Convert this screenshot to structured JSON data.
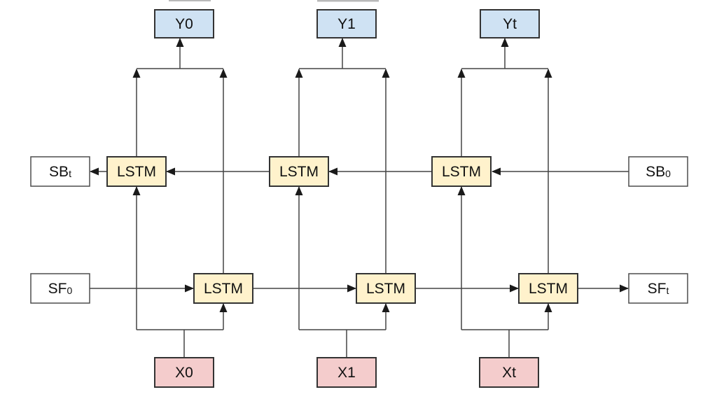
{
  "diagram": {
    "node_label": {
      "lstm": "LSTM"
    },
    "outputs": [
      "Y0",
      "Y1",
      "Yt"
    ],
    "inputs": [
      "X0",
      "X1",
      "Xt"
    ],
    "states": {
      "sbt": {
        "base": "SB",
        "sub": "t"
      },
      "sb0": {
        "base": "SB",
        "sub": "0"
      },
      "sf0": {
        "base": "SF",
        "sub": "0"
      },
      "sft": {
        "base": "SF",
        "sub": "t"
      }
    },
    "colors": {
      "output_fill": "#cfe2f3",
      "lstm_fill": "#fff2cc",
      "input_fill": "#f4cccc",
      "state_fill": "#ffffff",
      "border": "#333333",
      "connector": "#444444",
      "arrowhead": "#1a1a1a",
      "text": "#111111",
      "background": "#ffffff"
    }
  }
}
